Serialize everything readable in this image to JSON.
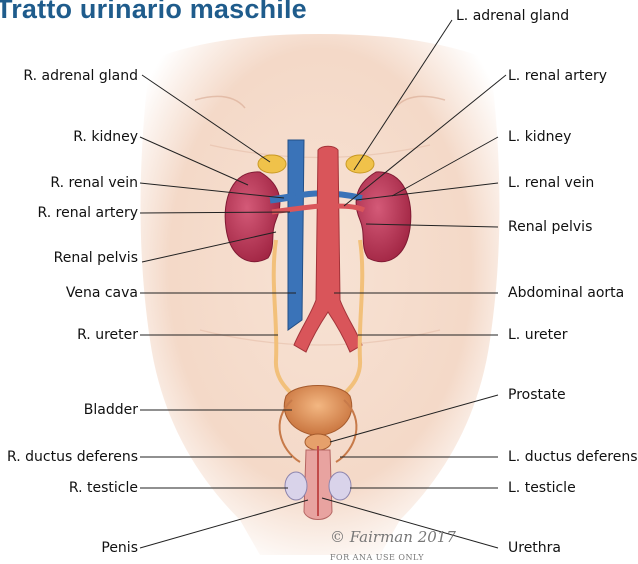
{
  "title": "Tratto urinario maschile",
  "labels_left": {
    "r_adrenal_gland": "R. adrenal gland",
    "r_kidney": "R. kidney",
    "r_renal_vein": "R. renal vein",
    "r_renal_artery": "R. renal artery",
    "renal_pelvis": "Renal pelvis",
    "vena_cava": "Vena cava",
    "r_ureter": "R. ureter",
    "bladder": "Bladder",
    "r_ductus_deferens": "R. ductus deferens",
    "r_testicle": "R. testicle",
    "penis": "Penis"
  },
  "labels_right": {
    "l_adrenal_gland": "L. adrenal gland",
    "l_renal_artery": "L. renal artery",
    "l_kidney": "L. kidney",
    "l_renal_vein": "L. renal vein",
    "renal_pelvis": "Renal pelvis",
    "abdominal_aorta": "Abdominal aorta",
    "l_ureter": "L. ureter",
    "prostate": "Prostate",
    "l_ductus_deferens": "L. ductus deferens",
    "l_testicle": "L. testicle",
    "urethra": "Urethra"
  },
  "signature": {
    "artist": "© Fairman",
    "year": "2017",
    "note": "FOR ANA USE ONLY"
  },
  "colors": {
    "title": "#1f5c8c",
    "skin": "#f3d6c4",
    "kidney": "#b8324f",
    "vein": "#3a73b8",
    "artery": "#d9555a",
    "ureter": "#f2c07a",
    "adrenal": "#f0c24a",
    "bladder": "#e79a5a"
  }
}
